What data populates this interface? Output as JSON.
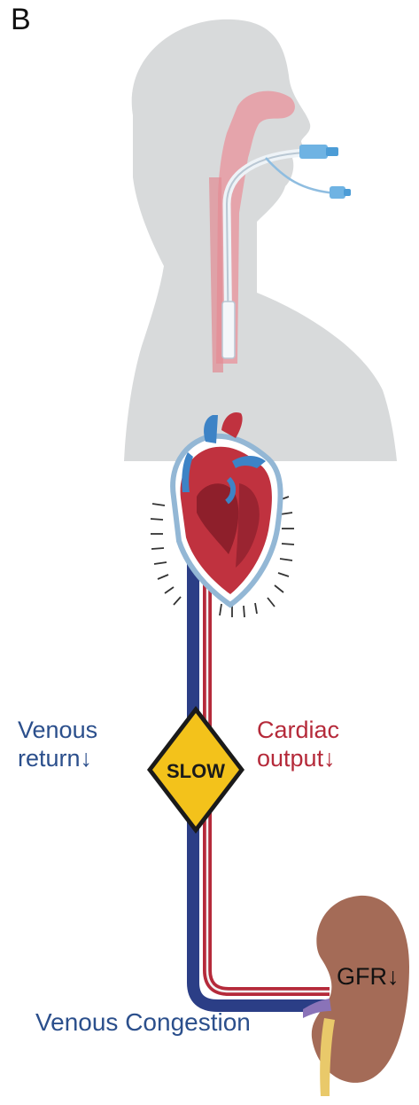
{
  "panel_label": "B",
  "labels": {
    "venous_return_line1": "Venous",
    "venous_return_line2": "return↓",
    "cardiac_output_line1": "Cardiac",
    "cardiac_output_line2": "output↓",
    "sign_text": "SLOW",
    "gfr": "GFR↓",
    "venous_congestion": "Venous Congestion"
  },
  "colors": {
    "venous_blue": "#2b4f8c",
    "arterial_red": "#b52a3a",
    "head_gray": "#d7d9da",
    "sign_yellow": "#f3c21b",
    "kidney_brown": "#a46b57"
  }
}
